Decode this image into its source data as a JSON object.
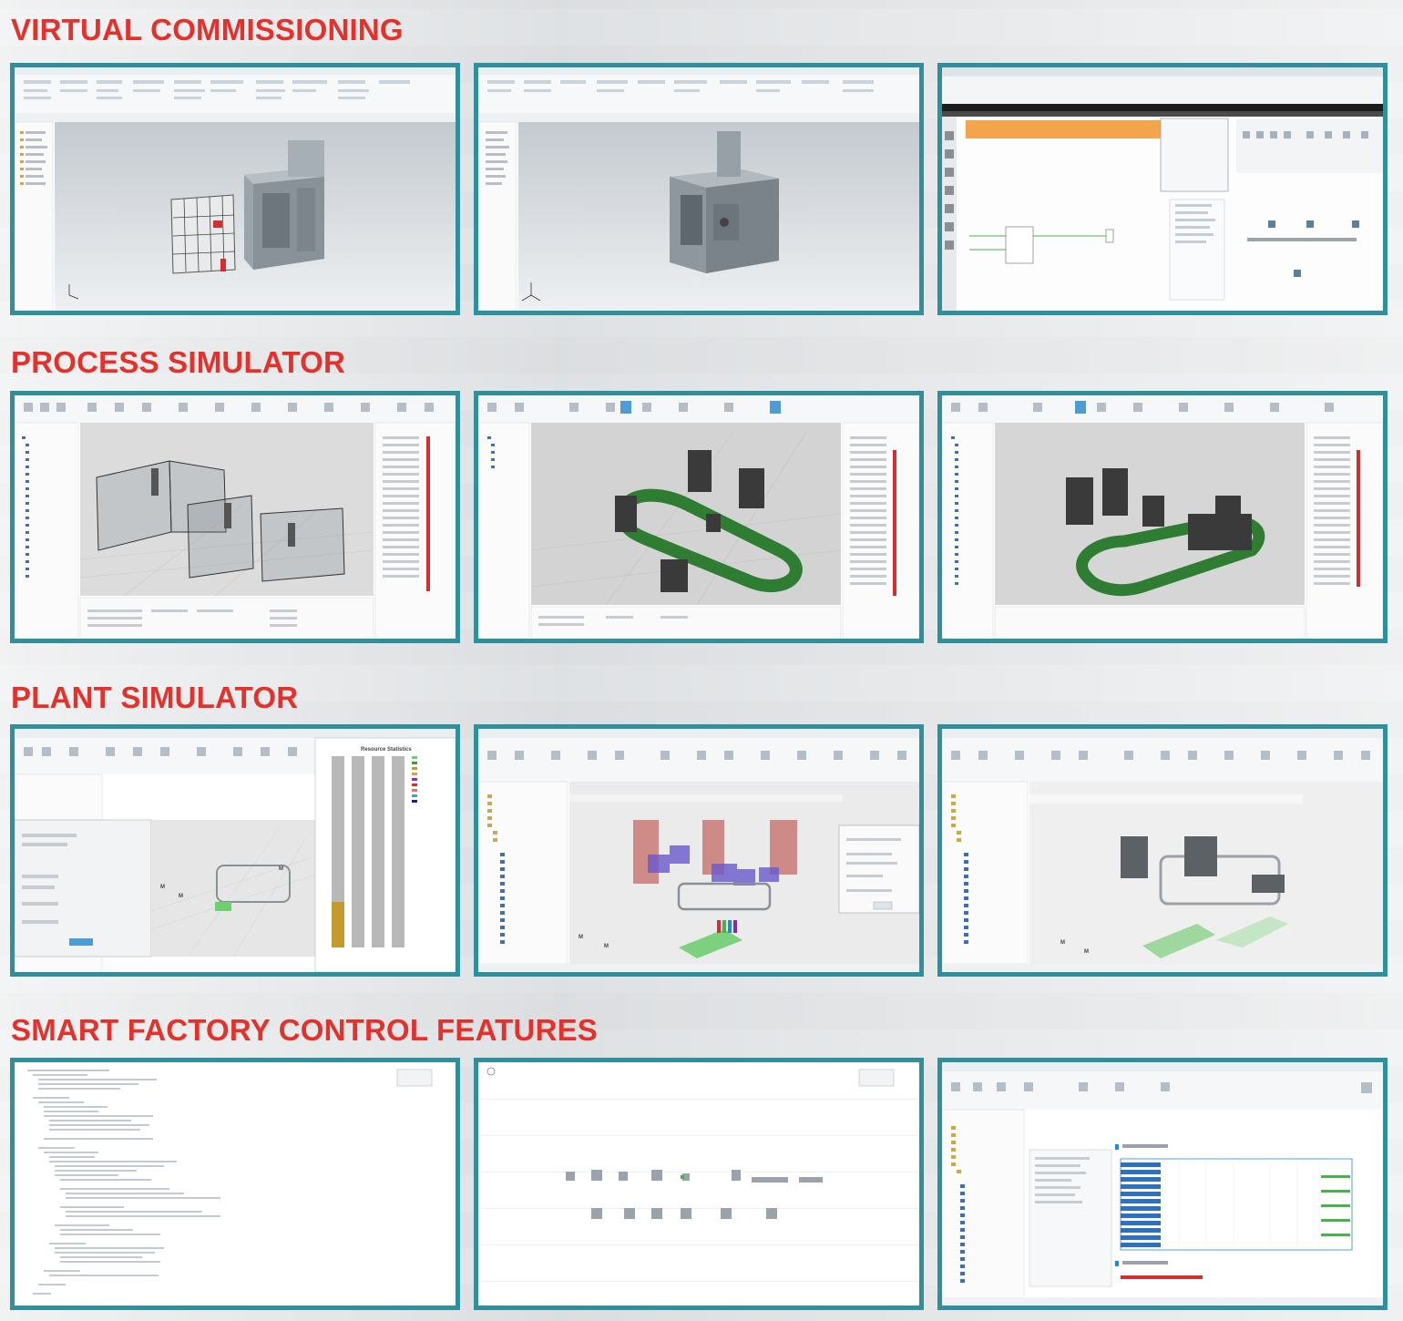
{
  "sections": [
    {
      "title": "VIRTUAL COMMISSIONING",
      "screens": [
        {
          "kind": "cad-machine-rack"
        },
        {
          "kind": "cad-machine"
        },
        {
          "kind": "plc-editor"
        }
      ]
    },
    {
      "title": "PROCESS SIMULATOR",
      "screens": [
        {
          "kind": "robot-cells"
        },
        {
          "kind": "conveyor-loop"
        },
        {
          "kind": "conveyor-loop-2"
        }
      ]
    },
    {
      "title": "PLANT SIMULATOR",
      "screens": [
        {
          "kind": "resource-statistics",
          "chart_title": "Resource Statistics"
        },
        {
          "kind": "plant-3d-purple"
        },
        {
          "kind": "plant-3d-grey"
        }
      ]
    },
    {
      "title": "SMART FACTORY CONTROL FEATURES",
      "screens": [
        {
          "kind": "code-editor"
        },
        {
          "kind": "flow-diagram"
        },
        {
          "kind": "table-report"
        }
      ]
    }
  ],
  "colors": {
    "title": "#e4312b",
    "frame": "#2f8f9d",
    "conveyor": "#2e7d32"
  }
}
